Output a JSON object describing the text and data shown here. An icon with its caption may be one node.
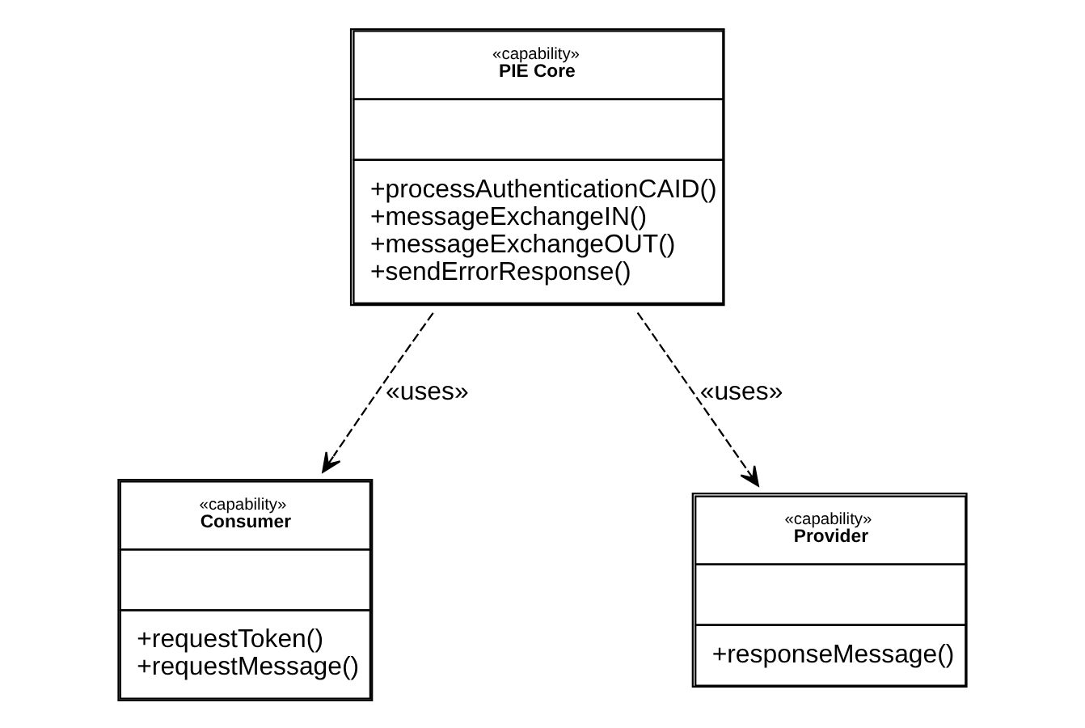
{
  "diagram": {
    "nodes": [
      {
        "text": [
          "«capability»",
          "PIE Core",
          "+processAuthenticationCAID()",
          "+messageExchangeIN()",
          "+messageExchangeOUT()",
          "+sendErrorResponse()"
        ]
      },
      {
        "text": [
          "«capability»",
          "Consumer",
          "+requestToken()",
          "+requestMessage()"
        ]
      },
      {
        "text": [
          "«capability»",
          "Provider",
          "+responseMessage()"
        ]
      }
    ],
    "edges": [
      {
        "from": 0,
        "to": 1,
        "arrow": "to",
        "label": "«uses»",
        "style": "dashed"
      },
      {
        "from": 0,
        "to": 2,
        "arrow": "to",
        "label": "«uses»",
        "style": "dashed"
      }
    ]
  }
}
